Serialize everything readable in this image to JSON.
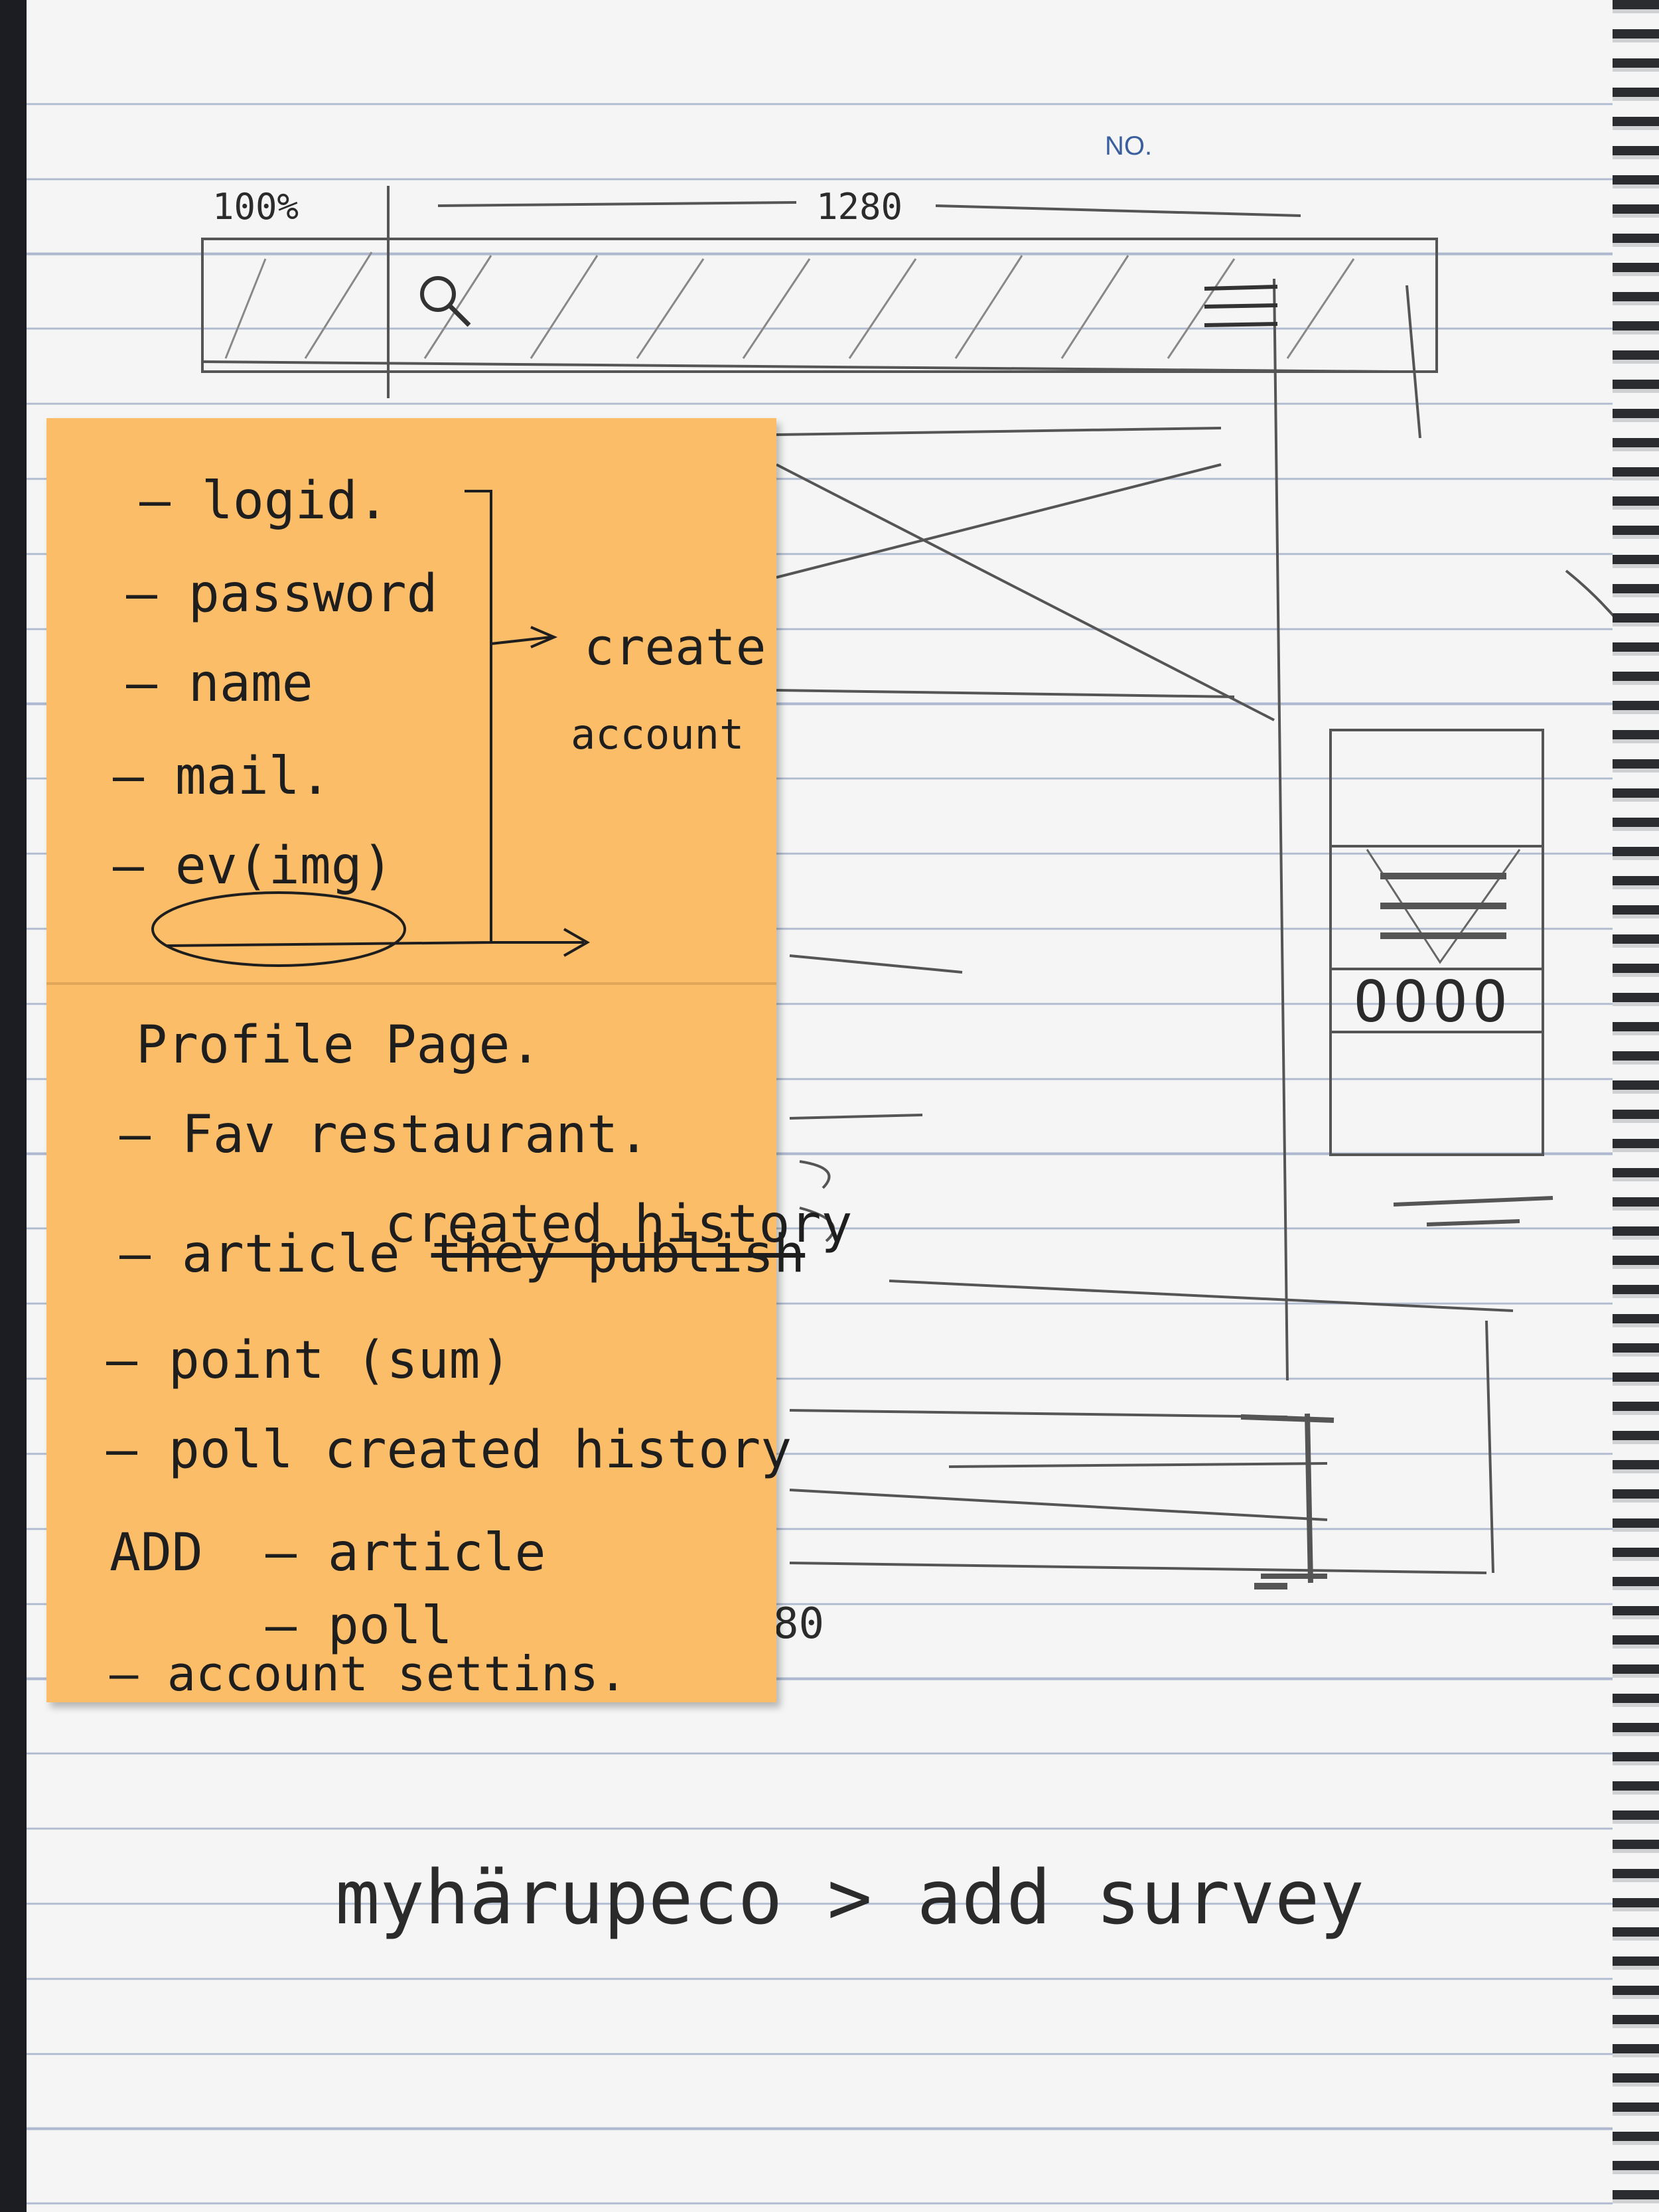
{
  "notebook": {
    "page_label": "NO.",
    "width_label_left": "100%",
    "width_label_center": "1280",
    "partial_label": "80",
    "bottom_note": "myhärupeco > add survey"
  },
  "wireframe": {
    "search_icon": "search-icon",
    "menu_icon": "hamburger-menu-icon",
    "card_circles": "OOOO"
  },
  "sticky_note": {
    "signup_fields": [
      "logid.",
      "password",
      "name",
      "mail.",
      "ev(img)"
    ],
    "signup_action_line1": "create",
    "signup_action_line2": "account",
    "profile_title": "Profile Page.",
    "profile_items": [
      "Fav restaurant.",
      "article",
      "point (sum)",
      "poll created history"
    ],
    "article_strike_text": "they publish",
    "article_insert_text": "created history",
    "add_label": "ADD",
    "add_items": [
      "article",
      "poll"
    ],
    "settings_item": "account settins."
  }
}
